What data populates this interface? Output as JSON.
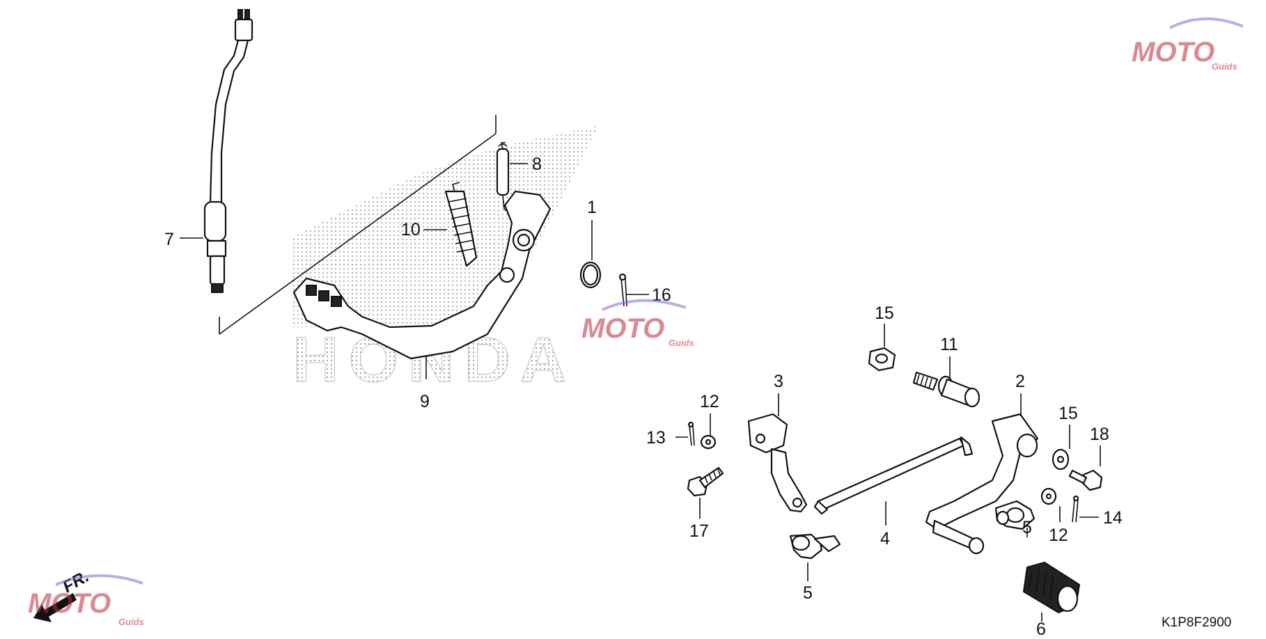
{
  "diagram_code": "K1P8F2900",
  "direction_label": "FR.",
  "brand_text": "HONDA",
  "watermark": {
    "text": "MOTO",
    "subtext": "Guids",
    "accent_color": "#c0283a",
    "secondary_color": "#7a6fcf"
  },
  "callouts": [
    {
      "id": "c1",
      "text": "1"
    },
    {
      "id": "c2",
      "text": "2"
    },
    {
      "id": "c3",
      "text": "3"
    },
    {
      "id": "c4",
      "text": "4"
    },
    {
      "id": "c5a",
      "text": "5"
    },
    {
      "id": "c5b",
      "text": "5"
    },
    {
      "id": "c6",
      "text": "6"
    },
    {
      "id": "c7",
      "text": "7"
    },
    {
      "id": "c8",
      "text": "8"
    },
    {
      "id": "c9",
      "text": "9"
    },
    {
      "id": "c10",
      "text": "10"
    },
    {
      "id": "c11",
      "text": "11"
    },
    {
      "id": "c12a",
      "text": "12"
    },
    {
      "id": "c12b",
      "text": "12"
    },
    {
      "id": "c13",
      "text": "13"
    },
    {
      "id": "c14",
      "text": "14"
    },
    {
      "id": "c15a",
      "text": "15"
    },
    {
      "id": "c15b",
      "text": "15"
    },
    {
      "id": "c16",
      "text": "16"
    },
    {
      "id": "c17",
      "text": "17"
    },
    {
      "id": "c18",
      "text": "18"
    }
  ]
}
